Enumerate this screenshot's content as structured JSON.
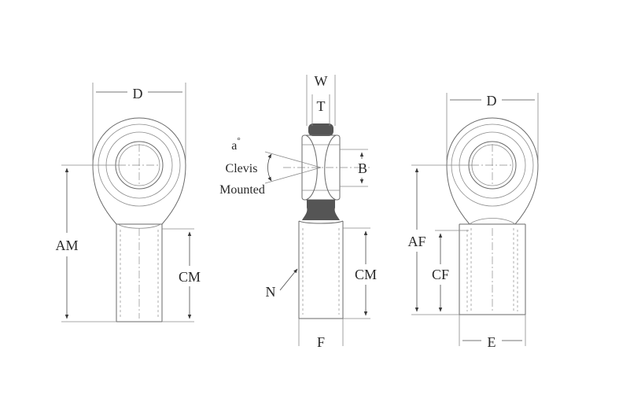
{
  "labels": {
    "left_d": "D",
    "left_am": "AM",
    "left_cm": "CM",
    "mid_w": "W",
    "mid_t": "T",
    "mid_angle": "a",
    "mid_degree": "°",
    "mid_clevis": "Clevis",
    "mid_mounted": "Mounted",
    "mid_b": "B",
    "mid_n": "N",
    "mid_cm": "CM",
    "mid_f": "F",
    "right_d": "D",
    "right_af": "AF",
    "right_cf": "CF",
    "right_e": "E"
  }
}
